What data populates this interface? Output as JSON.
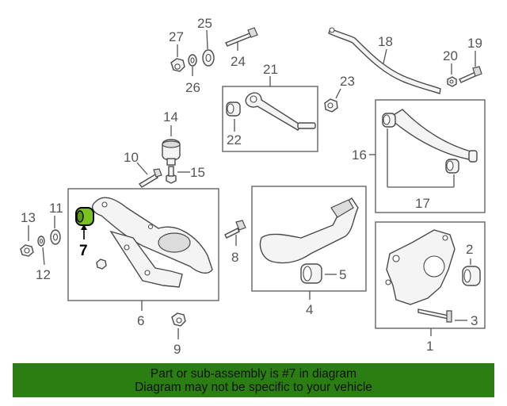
{
  "callouts": {
    "c1": "1",
    "c2": "2",
    "c3": "3",
    "c4": "4",
    "c5": "5",
    "c6": "6",
    "c7": "7",
    "c8": "8",
    "c9": "9",
    "c10": "10",
    "c11": "11",
    "c12": "12",
    "c13": "13",
    "c14": "14",
    "c15": "15",
    "c16": "16",
    "c17": "17",
    "c18": "18",
    "c19": "19",
    "c20": "20",
    "c21": "21",
    "c22": "22",
    "c23": "23",
    "c24": "24",
    "c25": "25",
    "c26": "26",
    "c27": "27"
  },
  "highlighted_part": "7",
  "colors": {
    "banner": "#2b7f12",
    "highlight_part": "#7ac21e"
  },
  "banner": {
    "line1": "Part or sub-assembly is #7 in diagram",
    "line2": "Diagram may not be specific to your vehicle"
  }
}
